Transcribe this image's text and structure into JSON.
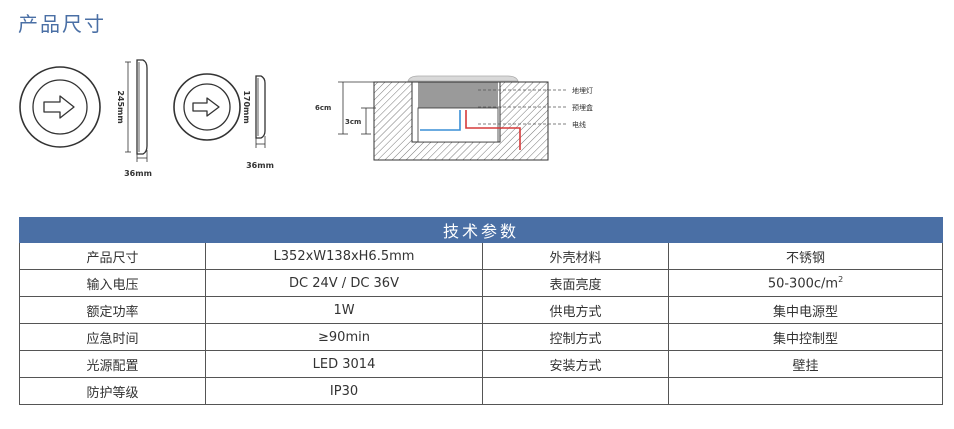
{
  "page": {
    "title": "产品尺寸"
  },
  "drawing": {
    "dim_large_height": "245mm",
    "dim_large_depth": "36mm",
    "dim_small_height": "170mm",
    "dim_small_depth": "36mm",
    "install_total": "6cm",
    "install_inner": "3cm",
    "legend_light": "地埋灯",
    "legend_box": "预埋盒",
    "legend_wire": "电线"
  },
  "table": {
    "header": "技术参数",
    "rows": [
      {
        "k1": "产品尺寸",
        "v1": "L352xW138xH6.5mm",
        "k2": "外壳材料",
        "v2": "不锈钢"
      },
      {
        "k1": "输入电压",
        "v1": "DC 24V / DC 36V",
        "k2": "表面亮度",
        "v2": "50-300c/m",
        "v2_sup": "2"
      },
      {
        "k1": "额定功率",
        "v1": "1W",
        "k2": "供电方式",
        "v2": "集中电源型"
      },
      {
        "k1": "应急时间",
        "v1": "≥90min",
        "k2": "控制方式",
        "v2": "集中控制型"
      },
      {
        "k1": "光源配置",
        "v1": "LED 3014",
        "k2": "安装方式",
        "v2": "壁挂"
      },
      {
        "k1": "防护等级",
        "v1": "IP30",
        "k2": "",
        "v2": ""
      }
    ]
  }
}
